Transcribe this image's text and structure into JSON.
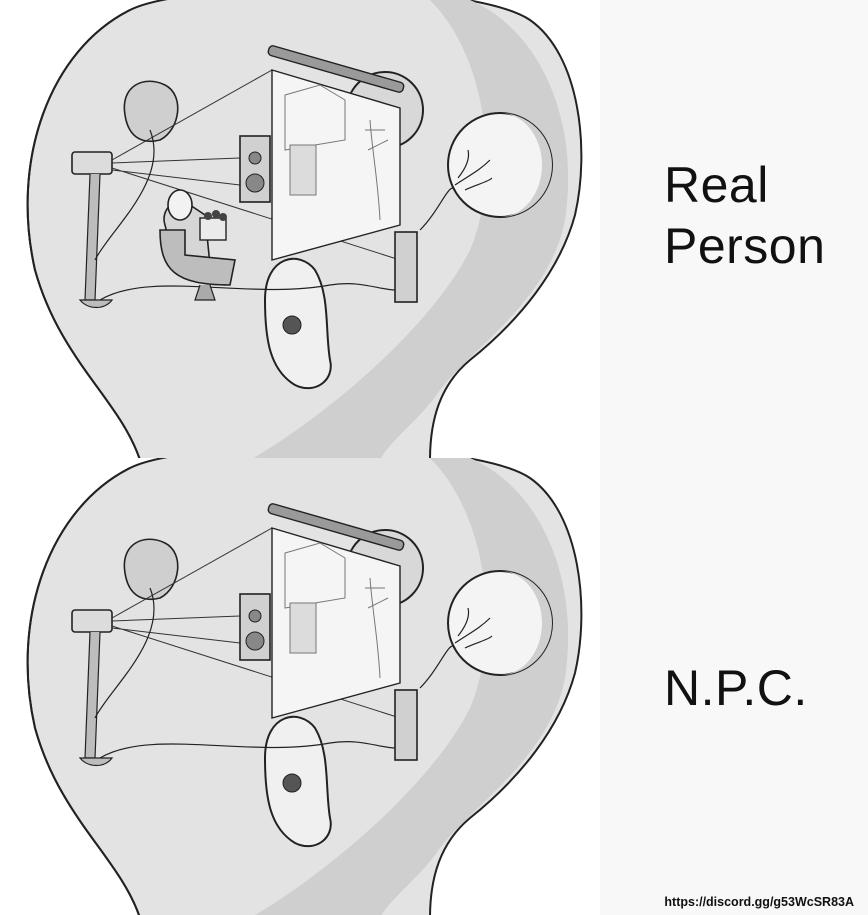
{
  "panels": [
    {
      "caption": "Real\nPerson",
      "scene": "head-cutaway-with-viewer"
    },
    {
      "caption": "N.P.C.",
      "scene": "head-cutaway-empty-chair-area"
    }
  ],
  "footer": {
    "url": "https://discord.gg/g53WcSR83A"
  },
  "colors": {
    "background": "#ffffff",
    "label_column": "#f8f8f8",
    "text": "#111111",
    "head_shade": "#e3e3e3"
  }
}
